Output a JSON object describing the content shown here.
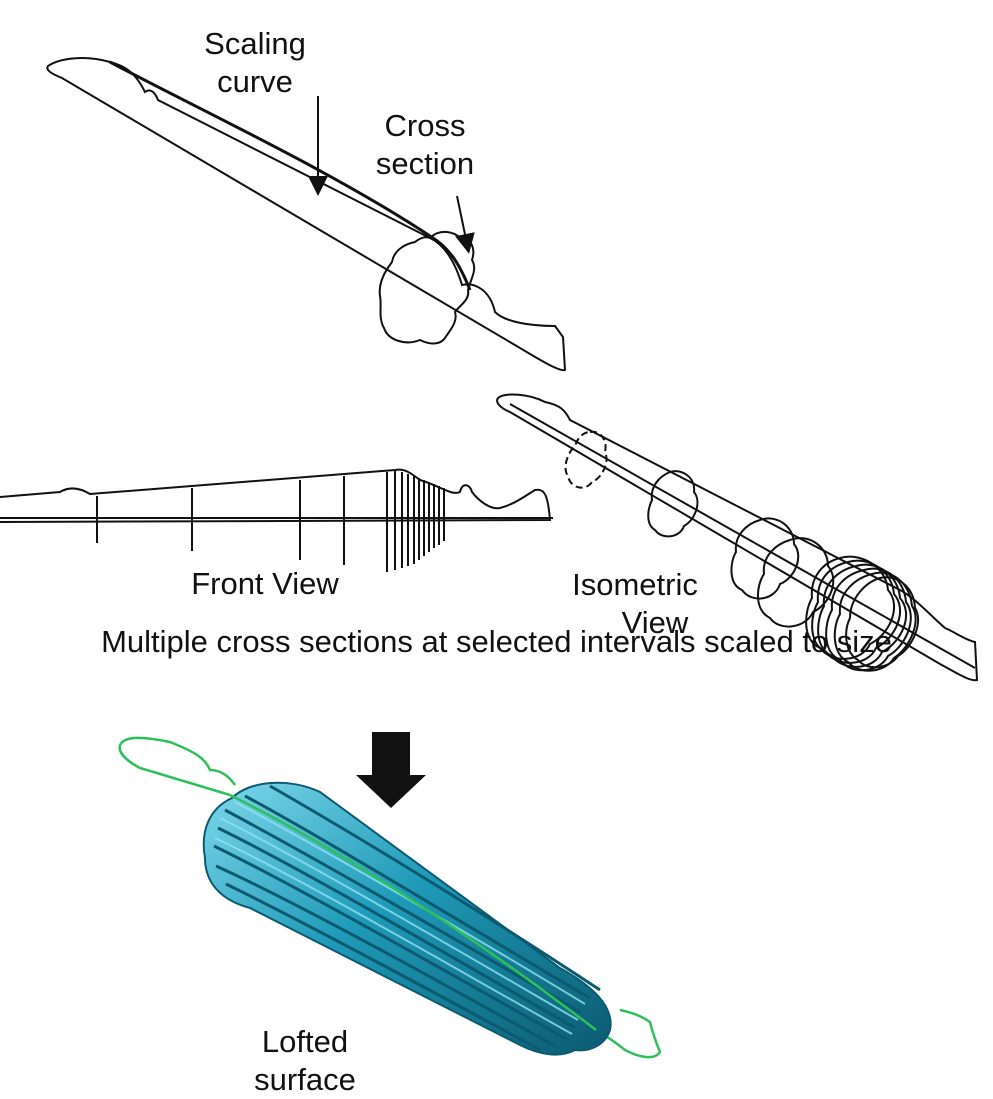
{
  "labels": {
    "scaling_curve_line1": "Scaling",
    "scaling_curve_line2": "curve",
    "cross_section_line1": "Cross",
    "cross_section_line2": "section",
    "front_view": "Front View",
    "isometric_view_line1": "Isometric",
    "isometric_view_line2": "View",
    "lofted_surface_line1": "Lofted",
    "lofted_surface_line2": "surface"
  },
  "caption": "Multiple cross sections at selected intervals scaled to size",
  "colors": {
    "line": "#111111",
    "surface_fill": "#1f9ab8",
    "surface_dark": "#0b5a70",
    "surface_highlight": "#6fd0e6",
    "outline_green": "#2fbf5a"
  }
}
